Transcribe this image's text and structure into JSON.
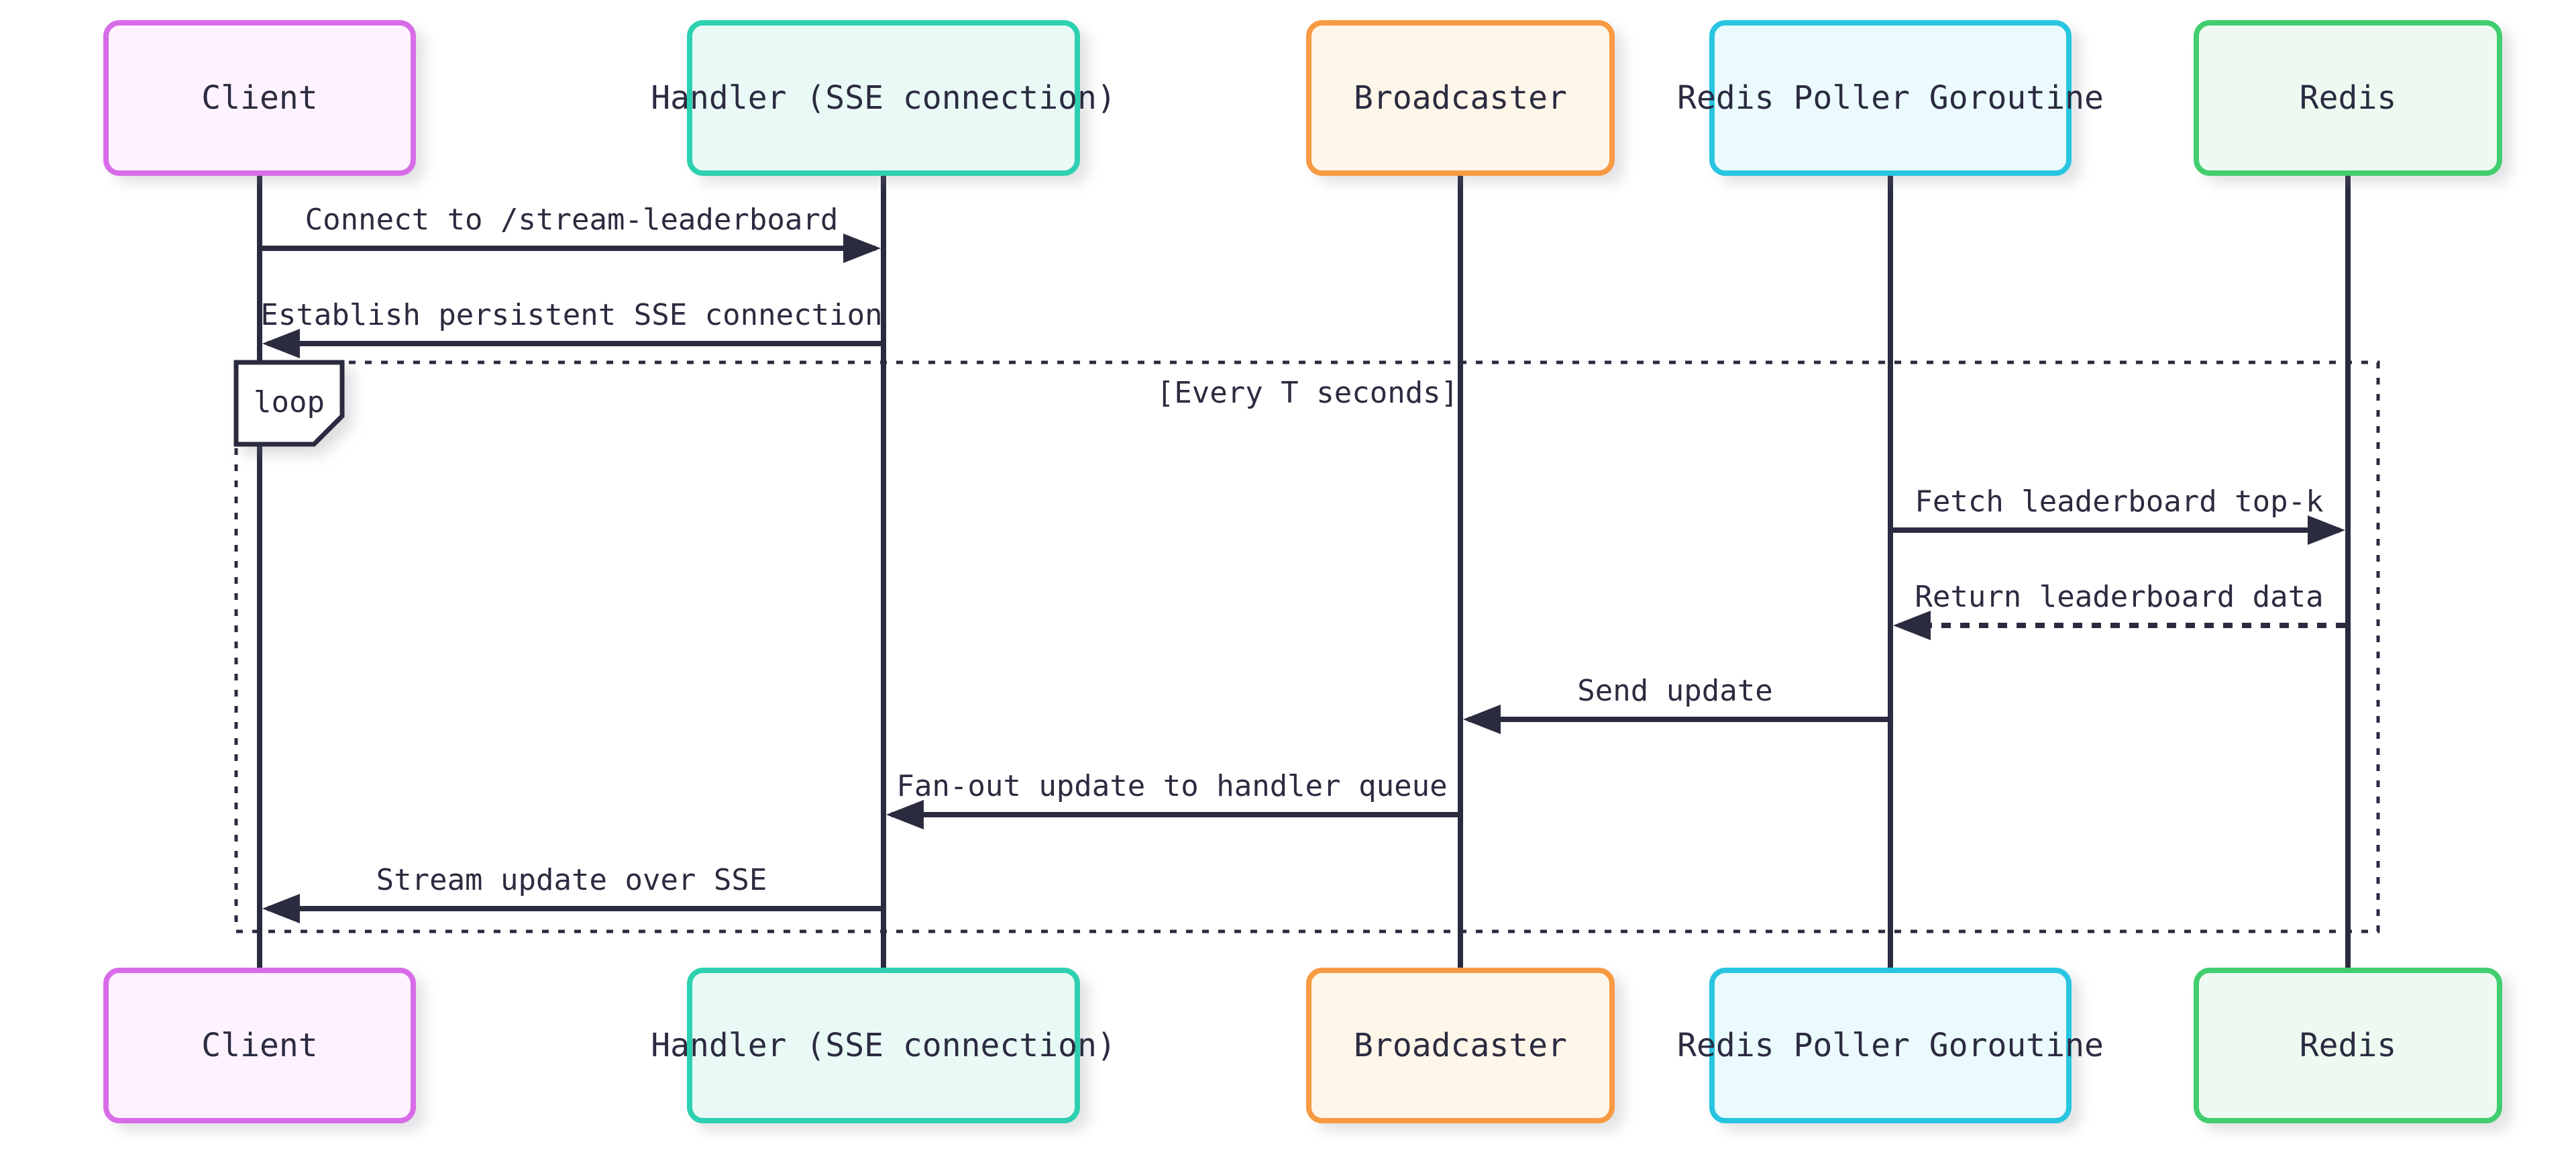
{
  "diagram": {
    "kind": "sequence-diagram",
    "background": "#ffffff"
  },
  "colors": {
    "line": "#2b2b40",
    "text": "#2b2b40",
    "loop_frame": "#2b2b40",
    "label_box_fill": "#ffffff"
  },
  "participants": [
    {
      "name": "Client",
      "border_color": "#d86ce8",
      "fill_color": "#fdf2fe"
    },
    {
      "name": "Handler (SSE connection)",
      "border_color": "#2dd0b0",
      "fill_color": "#e9faf6"
    },
    {
      "name": "Broadcaster",
      "border_color": "#f79a42",
      "fill_color": "#fdf6e9"
    },
    {
      "name": "Redis Poller Goroutine",
      "border_color": "#29c5e0",
      "fill_color": "#eafafd"
    },
    {
      "name": "Redis",
      "border_color": "#42ce6f",
      "fill_color": "#eefaf1"
    }
  ],
  "loop": {
    "label": "loop",
    "condition": "[Every T seconds]"
  },
  "messages": [
    {
      "from": "Client",
      "to": "Handler (SSE connection)",
      "label": "Connect to /stream-leaderboard",
      "line_style": "solid"
    },
    {
      "from": "Handler (SSE connection)",
      "to": "Client",
      "label": "Establish persistent SSE connection",
      "line_style": "solid"
    },
    {
      "from": "Redis Poller Goroutine",
      "to": "Redis",
      "label": "Fetch leaderboard top-k",
      "line_style": "solid"
    },
    {
      "from": "Redis",
      "to": "Redis Poller Goroutine",
      "label": "Return leaderboard data",
      "line_style": "dotted"
    },
    {
      "from": "Redis Poller Goroutine",
      "to": "Broadcaster",
      "label": "Send update",
      "line_style": "solid"
    },
    {
      "from": "Broadcaster",
      "to": "Handler (SSE connection)",
      "label": "Fan-out update to handler queue",
      "line_style": "solid"
    },
    {
      "from": "Handler (SSE connection)",
      "to": "Client",
      "label": "Stream update over SSE",
      "line_style": "solid"
    }
  ]
}
